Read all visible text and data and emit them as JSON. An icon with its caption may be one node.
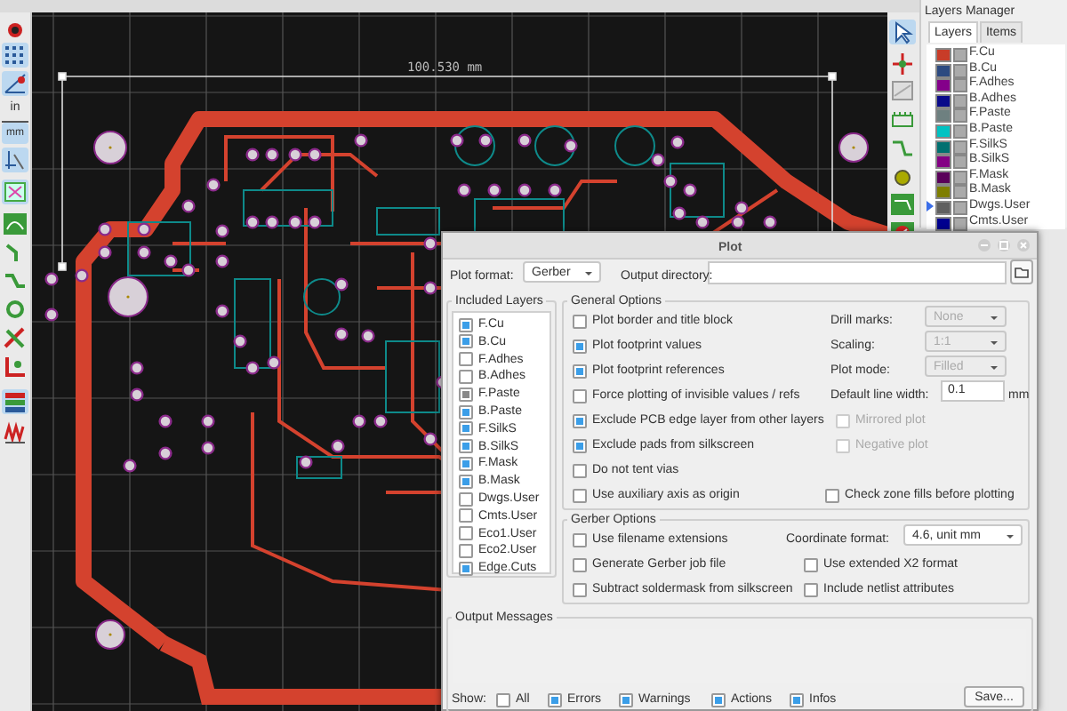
{
  "diagram": {
    "nodes": [
      {
        "text": [
          "Layers Manager",
          "Layers",
          "Items"
        ]
      },
      {
        "text": [
          "Plot",
          "Plot format:",
          "Gerber",
          "Output directory:"
        ]
      },
      {
        "text": [
          "Included Layers",
          "F.Cu",
          "B.Cu",
          "F.Adhes",
          "B.Adhes",
          "F.Paste",
          "B.Paste",
          "F.SilkS",
          "B.SilkS",
          "F.Mask",
          "B.Mask",
          "Dwgs.User",
          "Cmts.User",
          "Eco1.User",
          "Eco2.User",
          "Edge.Cuts"
        ],
        "in": 1
      },
      {
        "text": [
          "General Options",
          "Plot border and title block",
          "Plot footprint values",
          "Plot footprint references",
          "Force plotting of invisible values / refs",
          "Exclude PCB edge layer from other layers",
          "Exclude pads from silkscreen",
          "Do not tent vias",
          "Use auxiliary axis as origin",
          "Drill marks:",
          "None",
          "Scaling:",
          "1:1",
          "Plot mode:",
          "Filled",
          "Default line width:",
          "0.1",
          "mm",
          "Mirrored plot",
          "Negative plot",
          "Check zone fills before plotting"
        ],
        "in": 1
      },
      {
        "text": [
          "Gerber Options",
          "Use filename extensions",
          "Generate Gerber job file",
          "Subtract soldermask from silkscreen",
          "Coordinate format:",
          "4.6, unit mm",
          "Use extended X2 format",
          "Include netlist attributes"
        ],
        "in": 1
      },
      {
        "text": [
          "Output Messages",
          "Show:",
          "All",
          "Errors",
          "Warnings",
          "Actions",
          "Infos",
          "Save..."
        ],
        "in": 1
      }
    ],
    "edges": [],
    "labels": [
      "100.530 mm",
      "in",
      "mm"
    ],
    "legend": [
      {
        "text": "F.Cu",
        "color": "#c83c28"
      },
      {
        "text": "B.Cu",
        "color": "#2c4a80"
      },
      {
        "text": "F.Adhes",
        "color": "#84008a"
      },
      {
        "text": "B.Adhes",
        "color": "#0a0a8a"
      },
      {
        "text": "F.Paste",
        "color": "#6e8080"
      },
      {
        "text": "B.Paste",
        "color": "#00c2c2"
      },
      {
        "text": "F.SilkS",
        "color": "#007070"
      },
      {
        "text": "B.SilkS",
        "color": "#840084"
      },
      {
        "text": "F.Mask",
        "color": "#5a005a"
      },
      {
        "text": "B.Mask",
        "color": "#7e7e00"
      },
      {
        "text": "Dwgs.User",
        "color": "#606060"
      },
      {
        "text": "Cmts.User",
        "color": "#000090"
      }
    ]
  }
}
